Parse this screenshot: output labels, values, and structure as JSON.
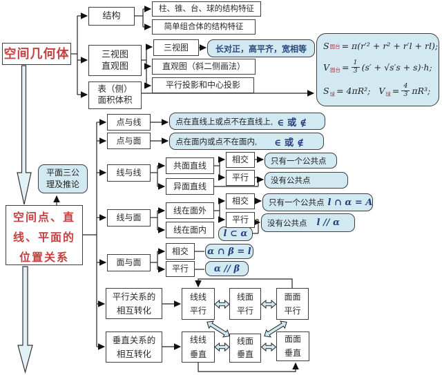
{
  "colors": {
    "red_accent": "#c64040",
    "light_blue": "#d3e9f2",
    "navy": "#24407e",
    "line": "#222222"
  },
  "geometry": {
    "title": "空间几何体",
    "structure": {
      "label": "结构",
      "items": [
        "柱、锥、台、球的结构特征",
        "简单组合体的结构特征"
      ]
    },
    "views": {
      "line1": "三视图",
      "line2": "直观图",
      "three_view": "三视图",
      "rule": "长对正，高平齐，宽相等",
      "intuitive": "直观图（斜二侧画法）",
      "projection": "平行投影和中心投影"
    },
    "area_volume": {
      "line1": "表（侧）",
      "line2": "面积体积"
    },
    "formulas": {
      "f1": {
        "sym": "S",
        "sub": "圆台",
        "body": "= π(r′² + r² + r′l + rl);"
      },
      "f2": {
        "sym": "V",
        "sub": "圆台",
        "eq": "=",
        "num": "1",
        "den": "3",
        "body": "(s′ + √s′s + s)·h;"
      },
      "f3": {
        "sym": "S",
        "sub": "球",
        "body": "= 4πR²;",
        "sym2": "V",
        "sub2": "球",
        "eq": "=",
        "num": "4",
        "den": "3",
        "body2": "πR³;"
      }
    }
  },
  "relations": {
    "axiom": {
      "line1": "平面三公",
      "line2": "理及推论"
    },
    "title": {
      "line1": "空间点、直",
      "line2": "线、平面的",
      "line3": "位置关系"
    },
    "point_line": {
      "label": "点与线",
      "desc": "点在直线上或点不在直线上,",
      "sym": "∈ 或 ∉"
    },
    "point_plane": {
      "label": "点与面",
      "desc": "点在面内或点不在面内,",
      "sym": "∈ 或 ∉"
    },
    "line_line": {
      "label": "线与线",
      "coplanar": "共面直线",
      "skew": "异面直线",
      "intersect": "相交",
      "parallel": "平行",
      "only_one": "只有一个公共点",
      "none": "没有公共点"
    },
    "line_plane": {
      "label": "线与面",
      "outside": "线在面外",
      "inside": "线在面内",
      "subset": "l ⊂ α",
      "intersect": "相交",
      "parallel": "平行",
      "only_one": "只有一个公共点",
      "only_one_f": "l ∩ α = A",
      "none": "没有公共点",
      "none_f": "l // α"
    },
    "plane_plane": {
      "label": "面与面",
      "intersect": "相交",
      "parallel": "平行",
      "intersect_f": "α ∩ β = l",
      "parallel_f": "α // β"
    }
  },
  "transform": {
    "parallel": {
      "label1": "平行关系的",
      "label2": "相互转化",
      "nodes": [
        [
          "线线",
          "平行"
        ],
        [
          "线面",
          "平行"
        ],
        [
          "面面",
          "平行"
        ]
      ]
    },
    "perpendicular": {
      "label1": "垂直关系的",
      "label2": "相互转化",
      "nodes": [
        [
          "线线",
          "垂直"
        ],
        [
          "线面",
          "垂直"
        ],
        [
          "面面",
          "垂直"
        ]
      ]
    }
  }
}
